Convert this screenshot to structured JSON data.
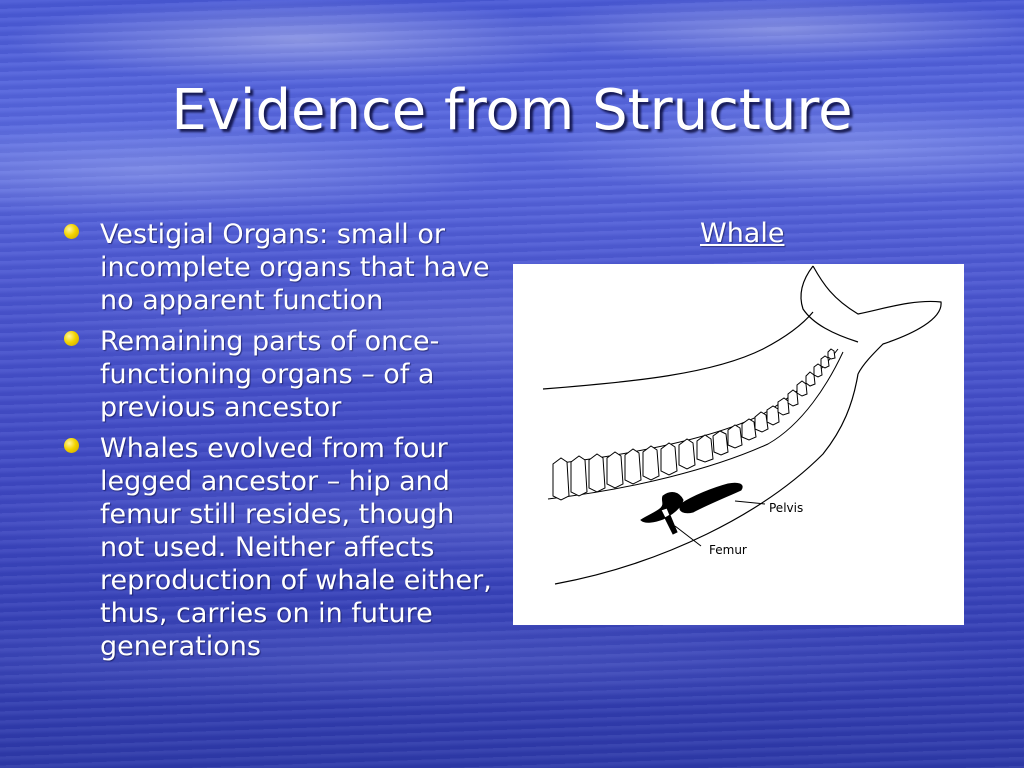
{
  "slide": {
    "title": "Evidence from Structure",
    "bullets": [
      "Vestigial Organs: small or incomplete organs that have no apparent function",
      "Remaining parts of once-functioning organs – of a previous ancestor",
      "Whales evolved from four legged ancestor – hip and femur still resides, though not used.  Neither affects reproduction of whale either, thus, carries on in future generations"
    ],
    "figure_title": "Whale",
    "figure_labels": {
      "pelvis": "Pelvis",
      "femur": "Femur"
    }
  },
  "colors": {
    "background": "#4a55cf",
    "text": "#ffffff",
    "bullet": "#f3d400"
  }
}
